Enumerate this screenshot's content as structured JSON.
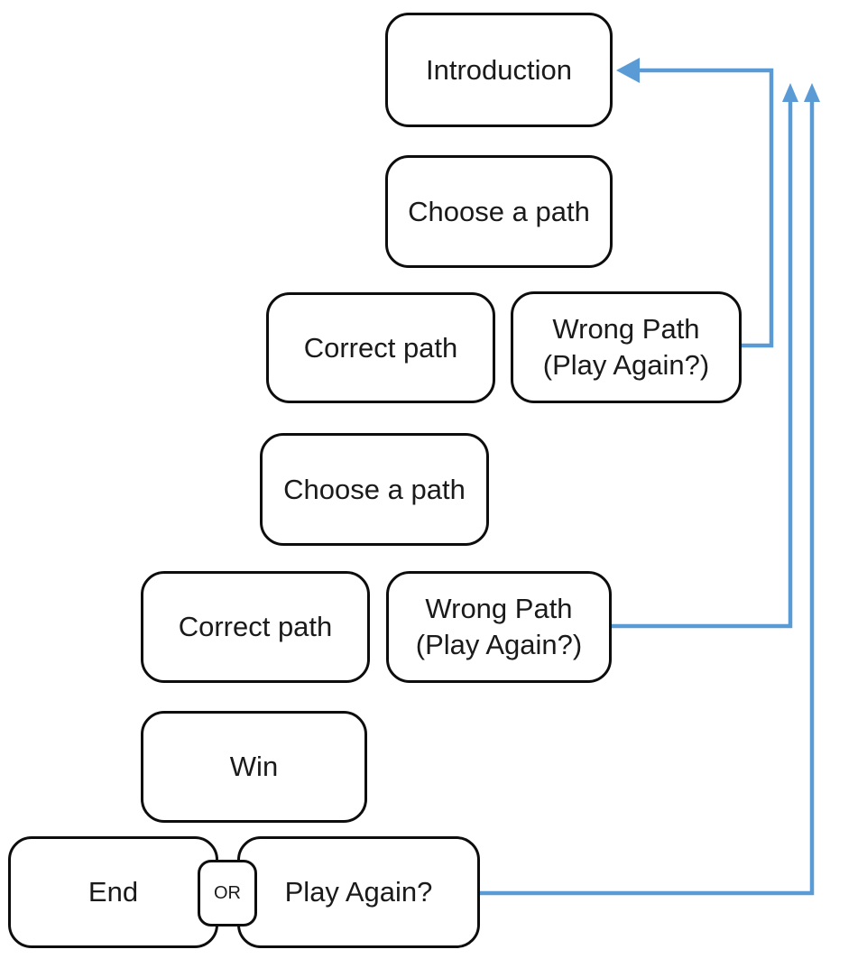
{
  "diagram": {
    "title_hint": "branching-story flowchart",
    "connector_color": "#5b9bd5",
    "box_border_color": "#0d0d0d",
    "background_color": "#ffffff",
    "nodes": [
      {
        "id": "introduction",
        "label": "Introduction"
      },
      {
        "id": "choose-a-path-1",
        "label": "Choose a path"
      },
      {
        "id": "correct-path-1",
        "label": "Correct path"
      },
      {
        "id": "wrong-path-1",
        "label": "Wrong Path\n(Play Again?)"
      },
      {
        "id": "choose-a-path-2",
        "label": "Choose a path"
      },
      {
        "id": "correct-path-2",
        "label": "Correct path"
      },
      {
        "id": "wrong-path-2",
        "label": "Wrong Path\n(Play Again?)"
      },
      {
        "id": "win",
        "label": "Win"
      },
      {
        "id": "end",
        "label": "End"
      },
      {
        "id": "play-again",
        "label": "Play Again?"
      },
      {
        "id": "or-badge",
        "label": "OR"
      }
    ],
    "edges": [
      {
        "from": "wrong-path-1",
        "to": "introduction",
        "style": "elbow-left-arrow"
      },
      {
        "from": "wrong-path-2",
        "to": "top",
        "style": "elbow-up-arrow"
      },
      {
        "from": "play-again",
        "to": "top",
        "style": "elbow-up-arrow"
      },
      {
        "between": [
          "end",
          "play-again"
        ],
        "style": "or-connector"
      }
    ]
  }
}
